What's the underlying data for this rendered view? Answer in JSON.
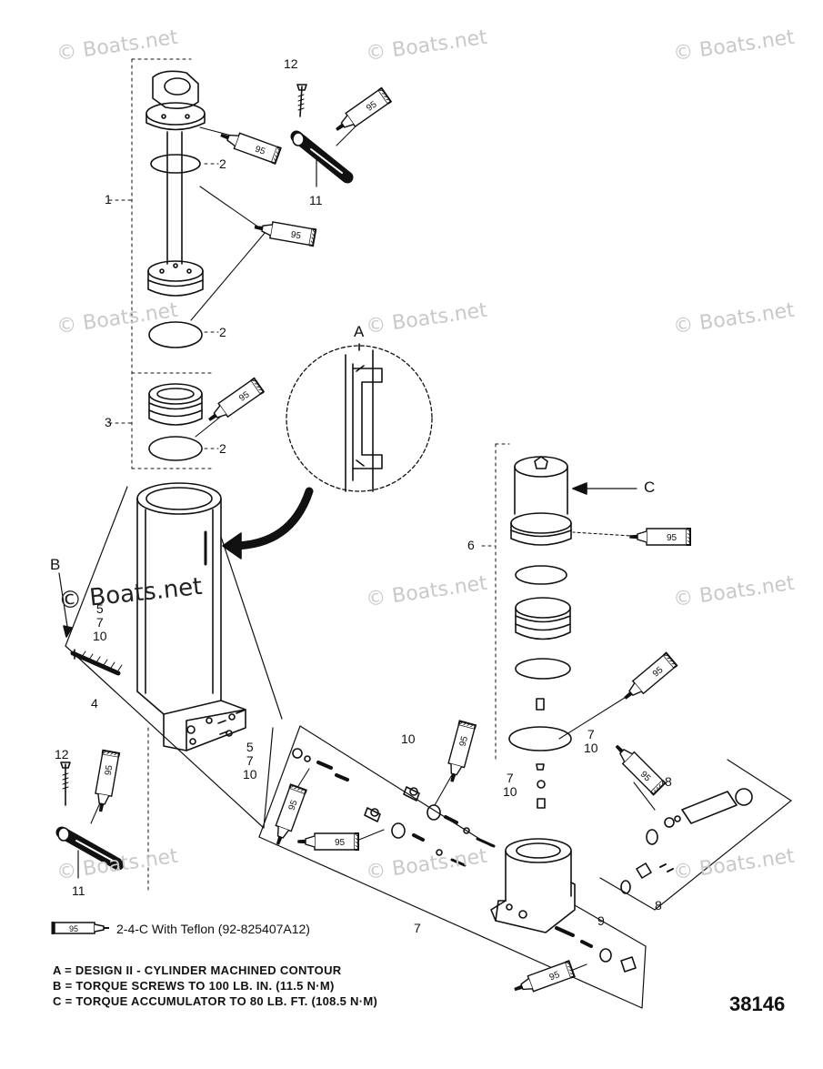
{
  "watermark": "© Boats.net",
  "callouts": {
    "c1": "1",
    "c2a": "2",
    "c2b": "2",
    "c2c": "2",
    "c3": "3",
    "c4": "4",
    "c5_7_10_left": "5\n7\n10",
    "c5_7_10_right": "5\n7\n10",
    "c6": "6",
    "c7_10_a": "7\n10",
    "c7_10_b": "7\n10",
    "c7_bottom": "7",
    "c8a": "8",
    "c8b": "8",
    "c9": "9",
    "c10": "10",
    "c11a": "11",
    "c11b": "11",
    "c12a": "12",
    "c12b": "12",
    "cA": "A",
    "cB": "B",
    "cC": "C"
  },
  "tube_label": "95",
  "legend": {
    "tube_number": "95",
    "text": "2-4-C  With Teflon (92-825407A12)"
  },
  "notes": [
    "A = DESIGN II - CYLINDER MACHINED CONTOUR",
    "B = TORQUE SCREWS TO 100 LB. IN. (11.5 N·M)",
    "C = TORQUE ACCUMULATOR TO 80 LB. FT. (108.5 N·M)"
  ],
  "figure_number": "38146"
}
